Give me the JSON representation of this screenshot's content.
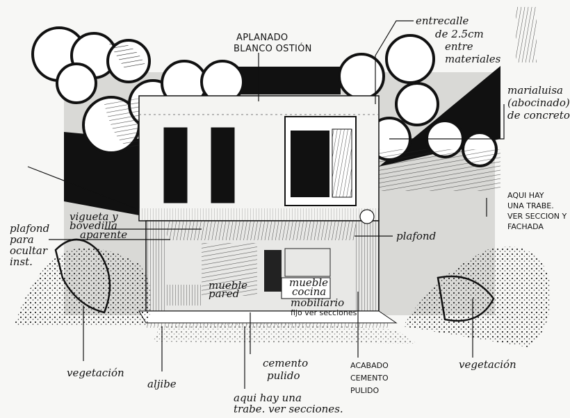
{
  "annotations": {
    "aplanado": [
      "APLANADO",
      "BLANCO OSTIÓN"
    ],
    "entrecalle": [
      "entrecalle",
      "de 2.5cm",
      "entre",
      "materiales"
    ],
    "marialuisa": [
      "marialuisa",
      "(abocinado)",
      "de concreto"
    ],
    "trabe_note": [
      "AQUI HAY",
      "UNA TRABE.",
      "VER SECCION Y",
      "FACHADA"
    ],
    "plafond_right": "plafond",
    "vigueta": [
      "vigueta y",
      "bovedilla",
      "aparente"
    ],
    "plafond_left": [
      "plafond",
      "para",
      "ocultar",
      "inst."
    ],
    "mueble_cocina": [
      "mueble",
      "cocina"
    ],
    "mueble_sala": [
      "mueble",
      "pared"
    ],
    "mobiliario": [
      "mobiliario",
      "fijo ver secciones"
    ],
    "vegetacion_left": "vegetación",
    "aljibe": "aljibe",
    "cemento_pulido": [
      "cemento",
      "pulido"
    ],
    "acabado": [
      "ACABADO",
      "CEMENTO",
      "PULIDO"
    ],
    "vegetacion_right": "vegetación",
    "trabe_bottom": [
      "aqui hay una",
      "trabe. ver secciones."
    ]
  }
}
